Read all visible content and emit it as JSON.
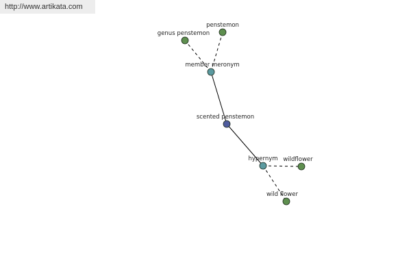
{
  "header": {
    "site_link": "http://www.artikata.com"
  },
  "graph": {
    "colors": {
      "center": "#4f5c9e",
      "relation": "#5b9aa0",
      "leaf": "#5e8f4f",
      "stroke": "#1d2a1d",
      "edge": "#000000"
    },
    "nodes": [
      {
        "id": "scented-penstemon",
        "label": "scented penstemon",
        "kind": "center"
      },
      {
        "id": "member-meronym",
        "label": "member meronym",
        "kind": "relation"
      },
      {
        "id": "hypernym",
        "label": "hypernym",
        "kind": "relation"
      },
      {
        "id": "genus-penstemon",
        "label": "genus penstemon",
        "kind": "leaf"
      },
      {
        "id": "penstemon",
        "label": "penstemon",
        "kind": "leaf"
      },
      {
        "id": "wildflower",
        "label": "wildflower",
        "kind": "leaf"
      },
      {
        "id": "wild-flower",
        "label": "wild flower",
        "kind": "leaf"
      }
    ],
    "edges": [
      {
        "from": "scented-penstemon",
        "to": "member-meronym",
        "style": "solid"
      },
      {
        "from": "scented-penstemon",
        "to": "hypernym",
        "style": "solid"
      },
      {
        "from": "member-meronym",
        "to": "genus-penstemon",
        "style": "dashed"
      },
      {
        "from": "member-meronym",
        "to": "penstemon",
        "style": "dashed"
      },
      {
        "from": "hypernym",
        "to": "wildflower",
        "style": "dashed"
      },
      {
        "from": "hypernym",
        "to": "wild-flower",
        "style": "dashed"
      }
    ]
  }
}
